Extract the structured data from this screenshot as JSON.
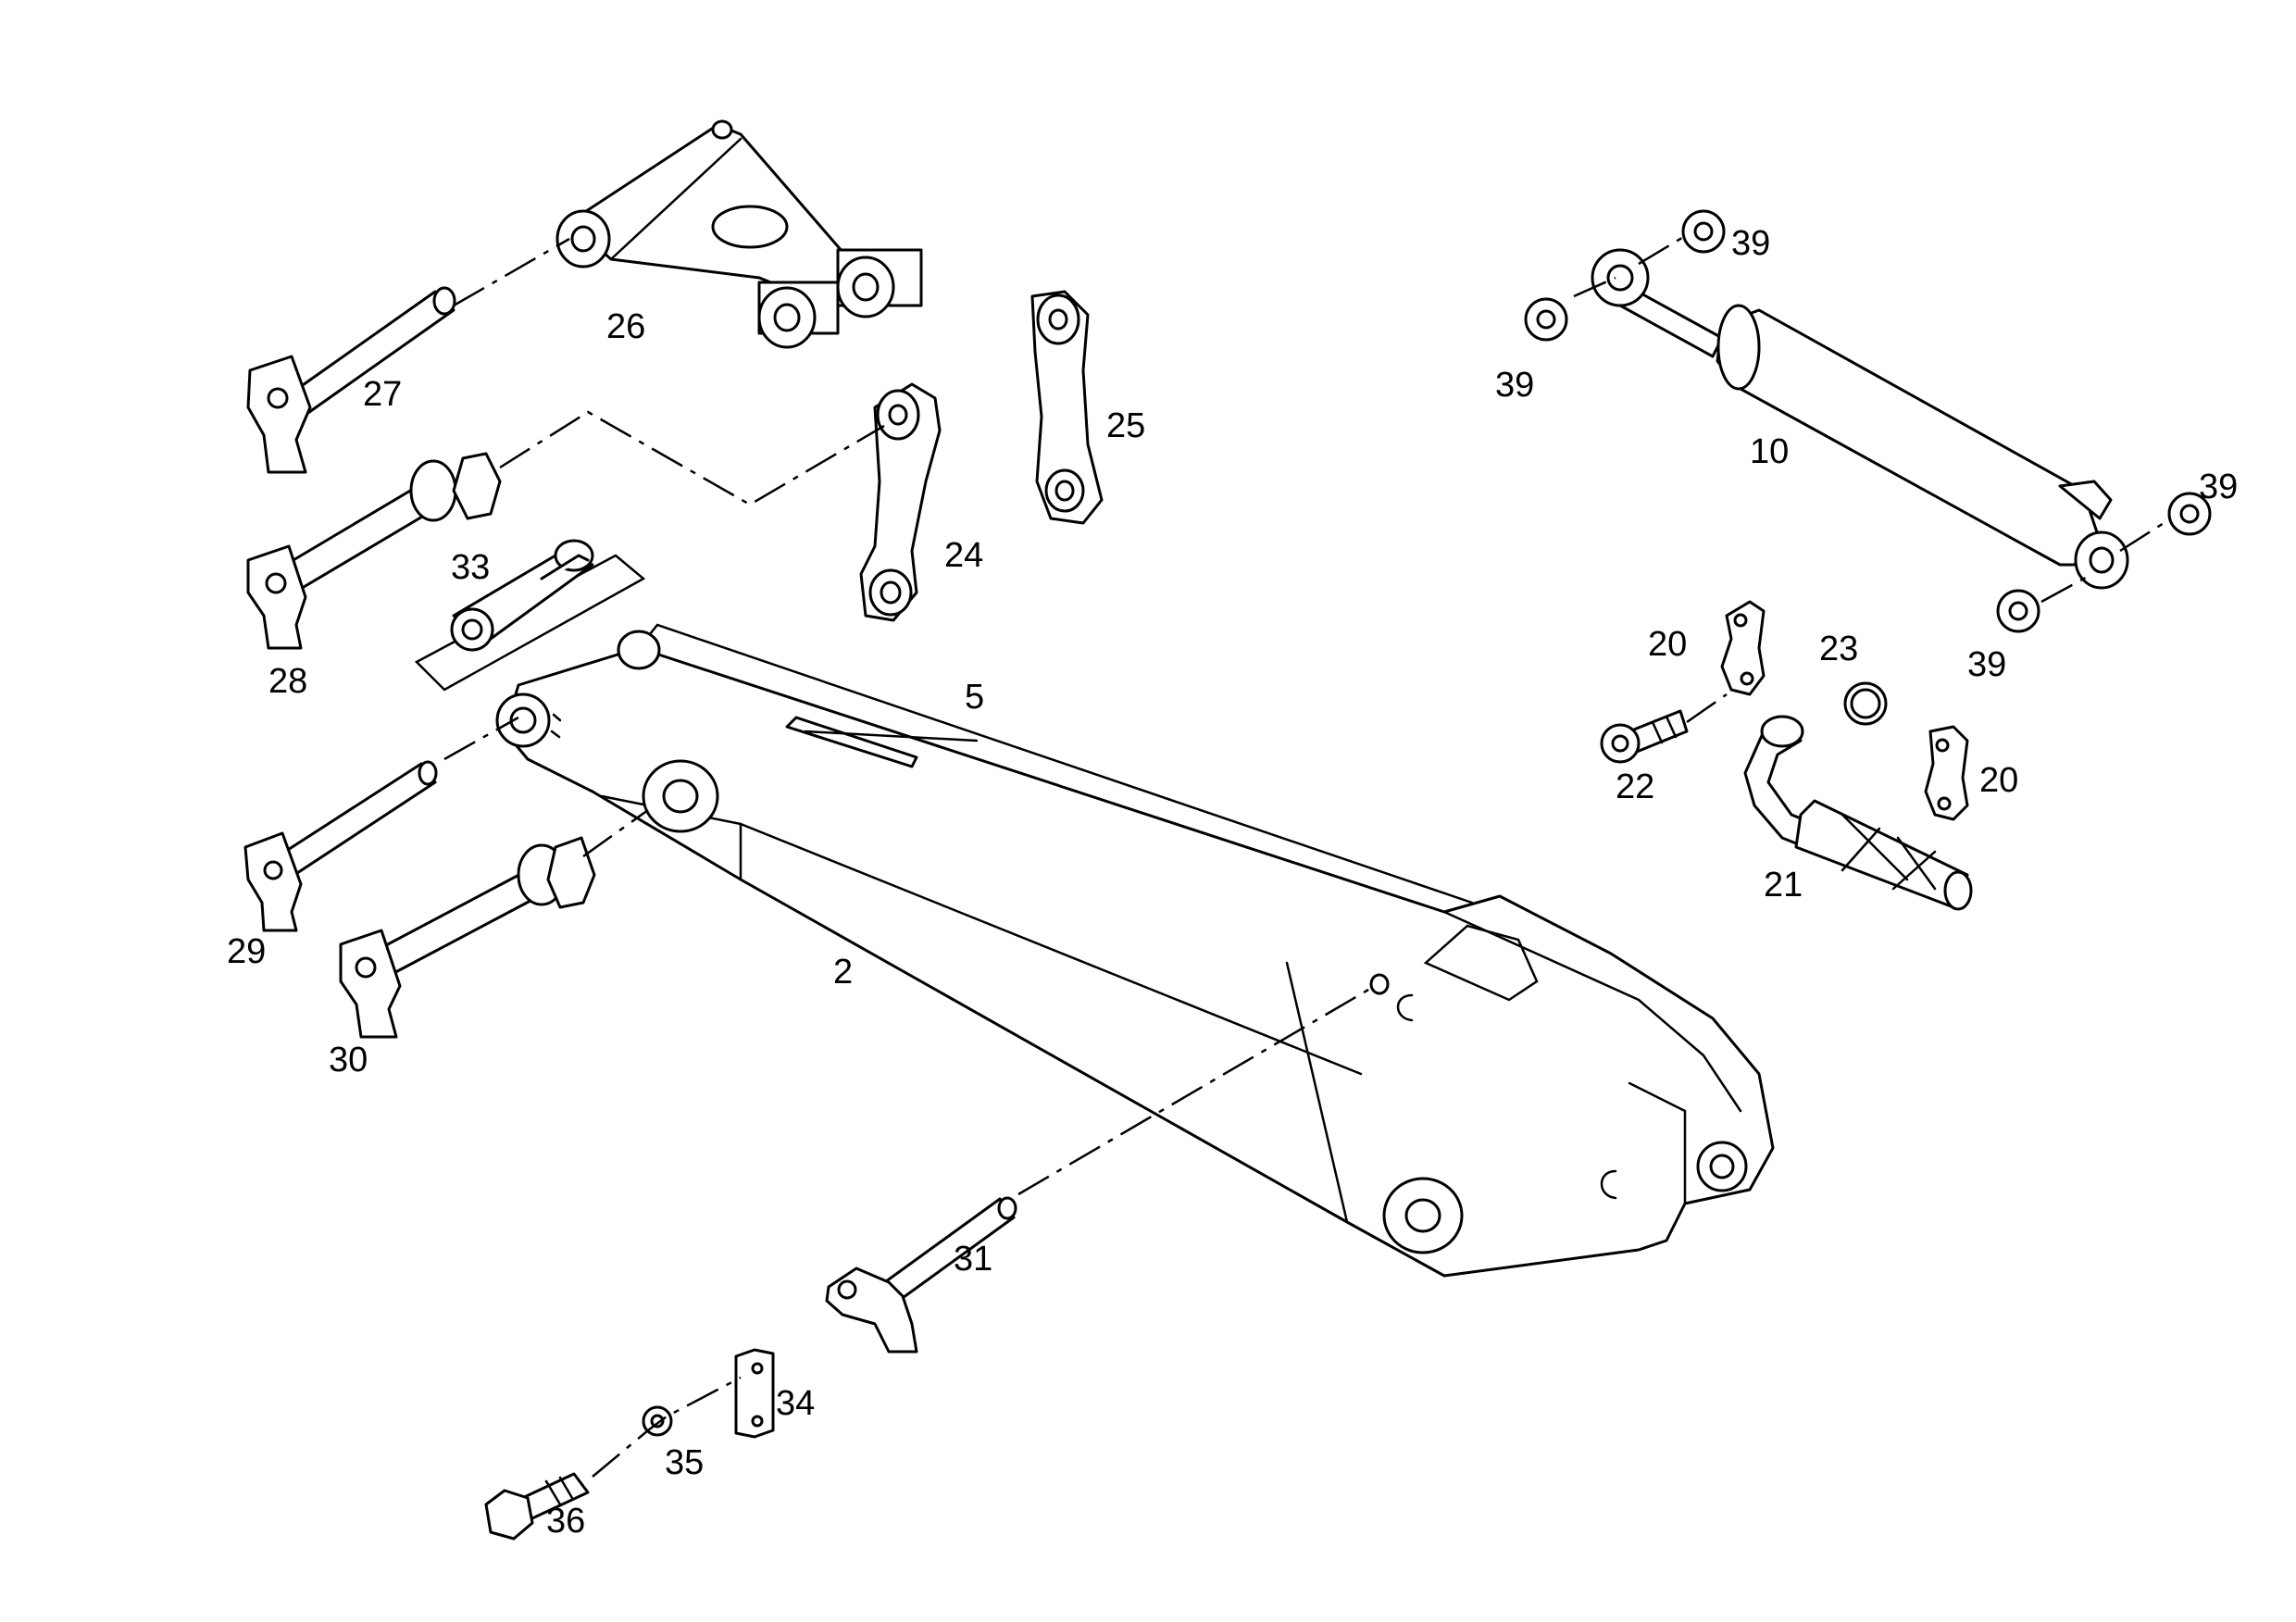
{
  "diagram": {
    "line_color": "#000000",
    "background": "#ffffff",
    "callouts": {
      "c2": "2",
      "c5": "5",
      "c10": "10",
      "c20a": "20",
      "c20b": "20",
      "c21": "21",
      "c22": "22",
      "c23": "23",
      "c24": "24",
      "c25": "25",
      "c26": "26",
      "c27": "27",
      "c28": "28",
      "c29": "29",
      "c30": "30",
      "c31": "31",
      "c33": "33",
      "c34": "34",
      "c35": "35",
      "c36": "36",
      "c39a": "39",
      "c39b": "39",
      "c39c": "39",
      "c39d": "39"
    }
  }
}
